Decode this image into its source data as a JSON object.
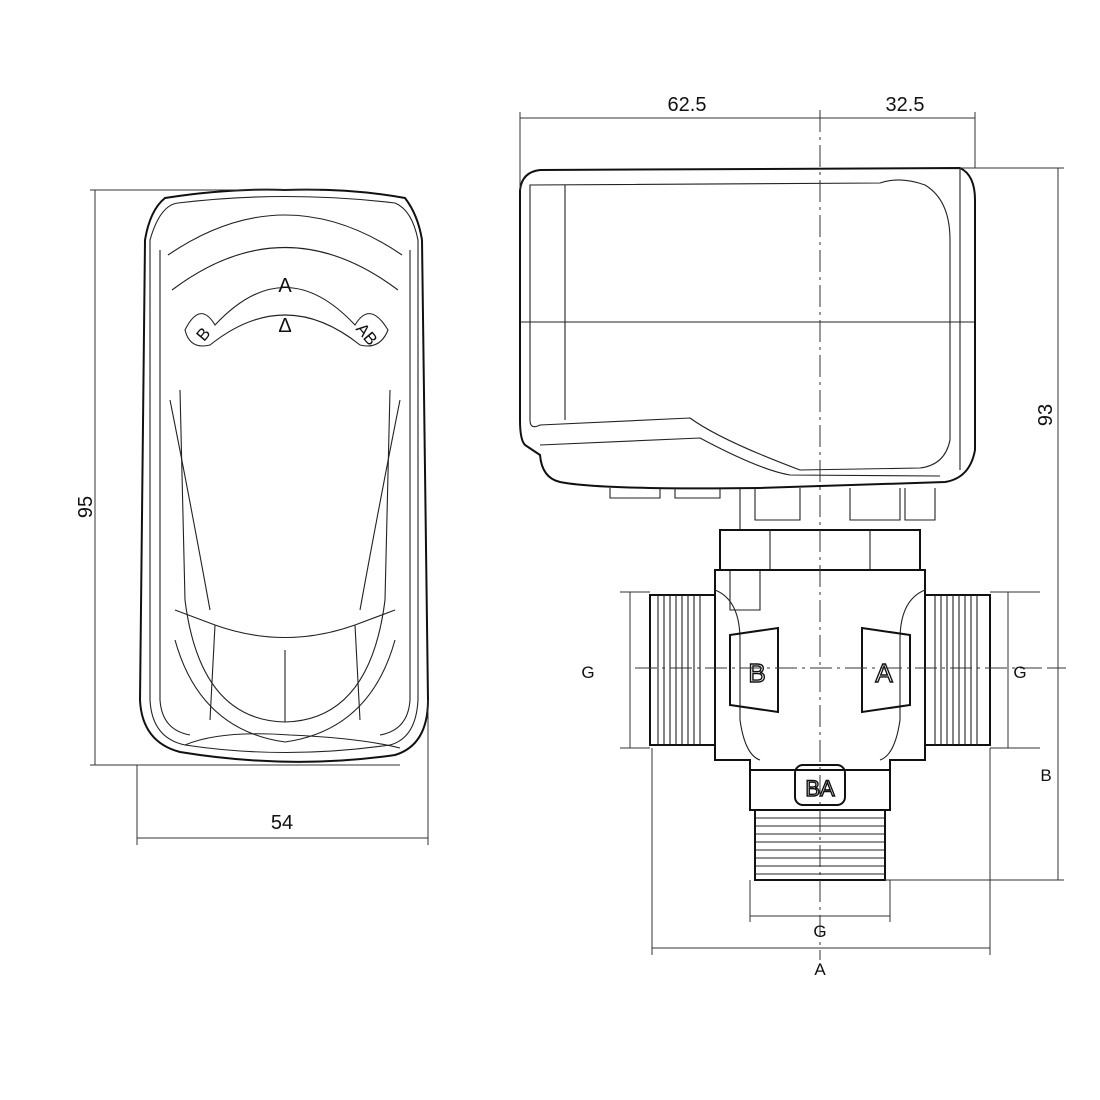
{
  "front_view": {
    "height_dim": "95",
    "width_dim": "54",
    "dial_mark_a": "A",
    "dial_mark_b": "B",
    "dial_mark_ab": "AB",
    "dial_pointer": "Δ"
  },
  "side_view": {
    "left_width_dim": "62.5",
    "right_width_dim": "32.5",
    "height_dim": "93",
    "port_left_thread": "G",
    "port_right_thread": "G",
    "port_bottom_thread": "G",
    "overall_length": "A",
    "bottom_height": "B",
    "port_mark_b": "B",
    "port_mark_a": "A",
    "port_mark_ab": "BA"
  }
}
